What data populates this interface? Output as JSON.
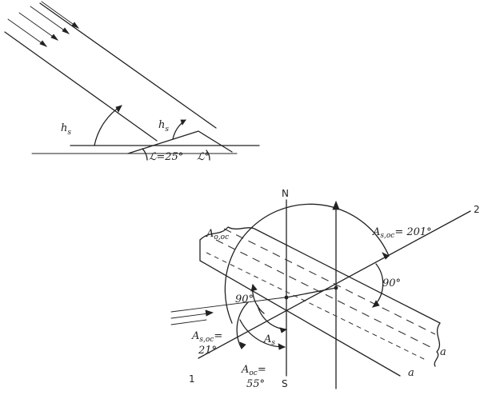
{
  "upper_figure": {
    "labels": {
      "hs_left": "h",
      "hs_left_sub": "s",
      "hs_right": "h",
      "hs_right_sub": "s",
      "slope_angle": "ℒ=25°",
      "alpha_angle": "ℒ°"
    }
  },
  "lower_figure": {
    "labels": {
      "north": "N",
      "south": "S",
      "line_one": "1",
      "line_two": "2",
      "a_o_oc": "A",
      "a_o_oc_sub": "o,oc",
      "a_s_oc_201": "A",
      "a_s_oc_201_sub": "s,oc",
      "a_s_oc_201_value": "= 201°",
      "right_angle_right": "90°",
      "right_angle_left": "90°",
      "a_s": "A",
      "a_s_sub": "s",
      "a_s_oc_21": "A",
      "a_s_oc_21_sub": "s,oc",
      "a_s_oc_21_eq": "=",
      "a_s_oc_21_value": "21°",
      "a_oc": "A",
      "a_oc_sub": "oc",
      "a_oc_eq": "=",
      "a_oc_value": "55°",
      "end_mark_a": "a",
      "end_mark_b": "a"
    }
  },
  "colors": {
    "ink": "#222222",
    "background": "#ffffff"
  }
}
